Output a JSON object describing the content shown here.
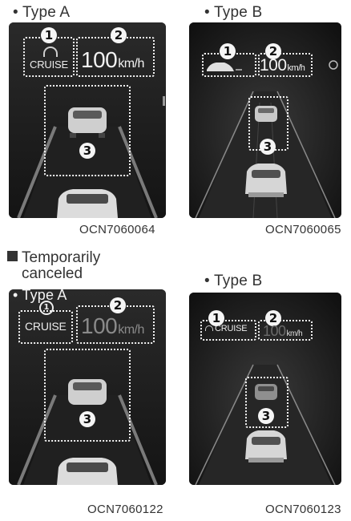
{
  "top_left": {
    "type_label": "• Type A",
    "code": "OCN7060064",
    "cruise_label": "CRUISE",
    "speed_value": "100",
    "speed_unit": "km/h",
    "badges": [
      "1",
      "2",
      "3"
    ]
  },
  "top_right": {
    "type_label": "• Type B",
    "code": "OCN7060065",
    "speed_value": "100",
    "speed_unit": "km/h",
    "badges": [
      "1",
      "2",
      "3"
    ]
  },
  "section": {
    "heading_line1": "Temporarily",
    "heading_line2": "canceled"
  },
  "bottom_left": {
    "type_label": "• Type A",
    "code": "OCN7060122",
    "cruise_label": "CRUISE",
    "speed_value": "100",
    "speed_unit": "km/h",
    "badges": [
      "1",
      "2",
      "3"
    ]
  },
  "bottom_right": {
    "type_label": "• Type B",
    "code": "OCN7060123",
    "cruise_label": "CRUISE",
    "speed_value": "100",
    "speed_unit": "km/h",
    "badges": [
      "1",
      "2",
      "3"
    ]
  },
  "colors": {
    "panel_bg": "#1c1c1c",
    "dotted_box": "#f4f4f4",
    "road_line": "#7a7a7a"
  }
}
